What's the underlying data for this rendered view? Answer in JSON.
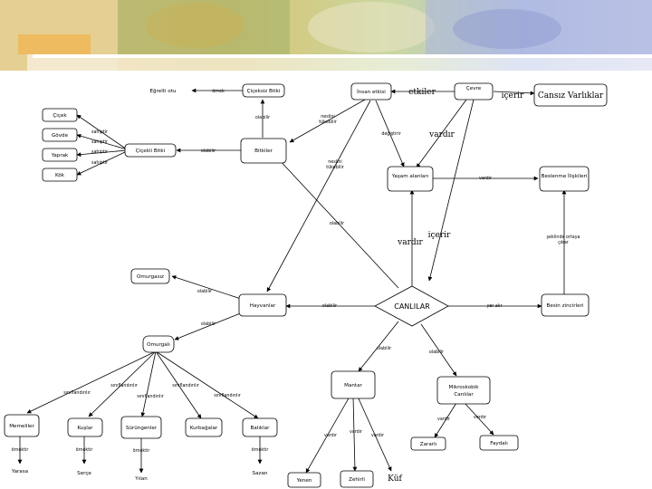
{
  "nodes": {
    "canlilar": "CANLILAR",
    "cevre": "Çevre",
    "cansiz_varliklar": "Cansız Varlıklar",
    "insan_etkisi": "İnsan etkisi",
    "bitkiler": "Bitkiler",
    "cicekli_bitki": "Çiçekli Bitki",
    "ciceksiz_bitki": "Çiçeksiz Bitki",
    "egrelti_otu": "Eğrelti otu",
    "cicek": "Çiçek",
    "govde": "Gövde",
    "yaprak": "Yaprak",
    "kok": "Kök",
    "yasam_alanlari": "Yaşam alanları",
    "beslenme_iliskileri": "Beslenme İlişkileri",
    "besin_zincirleri": "Besin zincirleri",
    "hayvanlar": "Hayvanlar",
    "omurgasiz": "Omurgasız",
    "omurgali": "Omurgalı",
    "memeliler": "Memeliler",
    "kuslar": "Kuşlar",
    "surungenler": "Sürüngenler",
    "kurbagalar": "Kurbağalar",
    "baliklar": "Balıklar",
    "yarasa": "Yarasa",
    "serce": "Serçe",
    "yilan": "Yılan",
    "sazan": "Sazan",
    "mantar": "Mantar",
    "mikroskobik_canlilar": "Mikroskobik Canlılar",
    "yenen": "Yenen",
    "zehirli": "Zehirli",
    "kuf": "Küf",
    "zararli": "Zararlı",
    "faydali": "Faydalı"
  },
  "edges": {
    "etkiler": "etkiler",
    "icerir": "içerir",
    "vardir": "vardır",
    "olabilir": "olabilir",
    "ornek": "örnek",
    "sahiptir": "sahiptir",
    "nesilini_tukebilir": "neslini tükebilir",
    "degistirir": "değiştirir",
    "vardir_small": "vardır",
    "yer_alir": "yer alır",
    "seklinde_ortaya_cikar": "şeklinde ortaya çıkar",
    "siniflandirilir": "sınıflandırılır",
    "ornektir": "örnektir"
  }
}
